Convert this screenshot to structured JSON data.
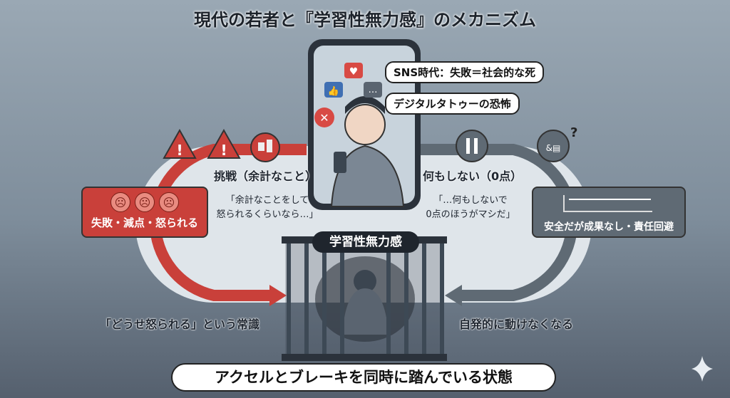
{
  "title": "現代の若者と『学習性無力感』のメカニズム",
  "phone": {
    "bubbles": [
      "SNS時代：失敗＝社会的な死",
      "デジタルタトゥーの恐怖"
    ]
  },
  "left": {
    "label": "挑戦（余計なこと）",
    "quote": [
      "「余計なことをして",
      "怒られるくらいなら…」"
    ],
    "box_label": "失敗・減点・怒られる",
    "bottom_label": "「どうせ怒られる」という常識"
  },
  "right": {
    "label": "何もしない（0点）",
    "quote": [
      "「…何もしないで",
      "0点のほうがマシだ」"
    ],
    "box_label": "安全だが成果なし・責任回避",
    "bottom_label": "自発的に動けなくなる",
    "question_mark": "?"
  },
  "center": {
    "cage_label": "学習性無力感"
  },
  "banner": "アクセルとブレーキを同時に踏んでいる状態",
  "colors": {
    "red": "#c9403a",
    "gray": "#5f6a74",
    "track": "#dfe5ea"
  }
}
